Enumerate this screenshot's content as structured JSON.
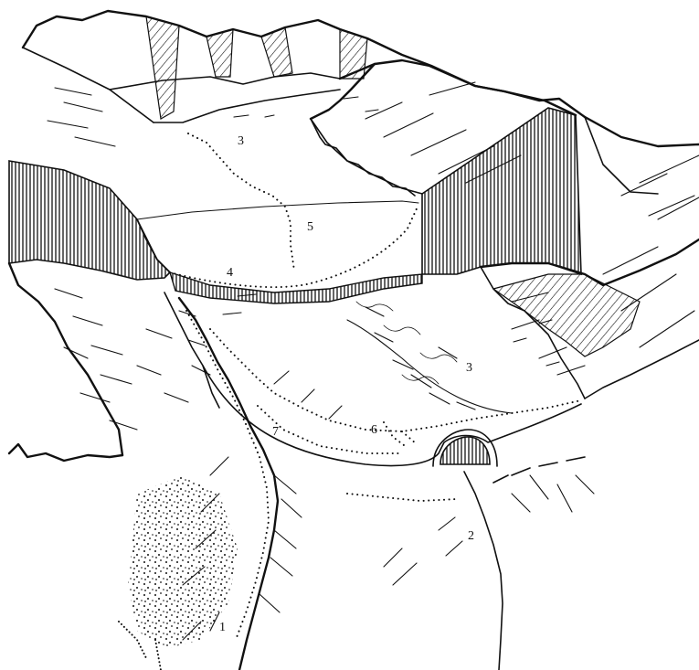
{
  "figure": {
    "labels": {
      "l1": "1",
      "l2": "2",
      "l3a": "3",
      "l3b": "3",
      "l4": "4",
      "l5": "5",
      "l6": "6",
      "l7": "7"
    },
    "colors": {
      "ink": "#111111",
      "paper": "#ffffff"
    }
  }
}
